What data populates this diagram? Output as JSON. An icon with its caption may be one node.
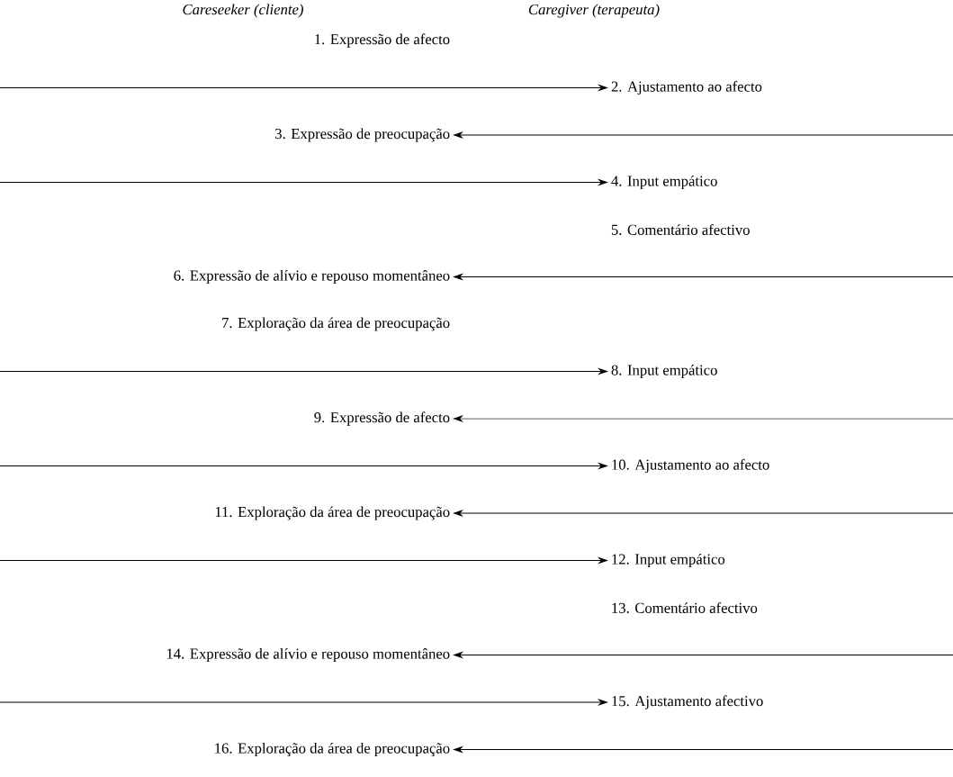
{
  "diagram": {
    "nodes": [
      {
        "text": [
          "1. Expressão de afecto"
        ]
      },
      {
        "text": [
          "2. Ajustamento ao afecto"
        ]
      },
      {
        "text": [
          "3. Expressão de preocupação"
        ]
      },
      {
        "text": [
          "4. Input empático"
        ]
      },
      {
        "text": [
          "5. Comentário afectivo"
        ]
      },
      {
        "text": [
          "6. Expressão de alívio e repouso momentâneo"
        ]
      },
      {
        "text": [
          "7. Exploração da área de preocupação"
        ]
      },
      {
        "text": [
          "8. Input empático"
        ]
      },
      {
        "text": [
          "9. Expressão de afecto"
        ]
      },
      {
        "text": [
          "10. Ajustamento ao afecto"
        ]
      },
      {
        "text": [
          "11. Exploração da área de preocupação"
        ]
      },
      {
        "text": [
          "12. Input empático"
        ]
      },
      {
        "text": [
          "13. Comentário afectivo"
        ]
      },
      {
        "text": [
          "14. Expressão de alívio e repouso momentâneo"
        ]
      },
      {
        "text": [
          "15. Ajustamento afectivo"
        ]
      },
      {
        "text": [
          "16. Exploração da área de preocupação"
        ]
      }
    ],
    "edges": [
      {
        "from": null,
        "to": 1,
        "arrow": "to"
      },
      {
        "from": null,
        "to": 2,
        "arrow": "to"
      },
      {
        "from": null,
        "to": 3,
        "arrow": "to"
      },
      {
        "from": null,
        "to": 5,
        "arrow": "to"
      },
      {
        "from": null,
        "to": 7,
        "arrow": "to"
      },
      {
        "from": null,
        "to": 8,
        "arrow": "to"
      },
      {
        "from": null,
        "to": 9,
        "arrow": "to"
      },
      {
        "from": null,
        "to": 10,
        "arrow": "to"
      },
      {
        "from": null,
        "to": 11,
        "arrow": "to"
      },
      {
        "from": null,
        "to": 13,
        "arrow": "to"
      },
      {
        "from": null,
        "to": 14,
        "arrow": "to"
      },
      {
        "from": null,
        "to": 15,
        "arrow": "to"
      }
    ],
    "labels": [
      "Careseeker (cliente)",
      "Caregiver (terapeuta)"
    ]
  }
}
